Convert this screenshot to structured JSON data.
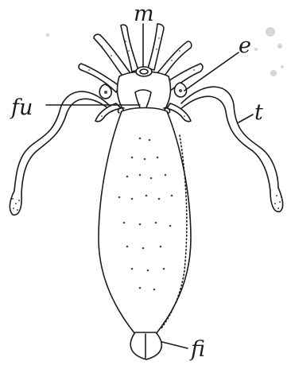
{
  "figure": {
    "labels": {
      "m": "m",
      "e": "e",
      "fu": "fu",
      "t": "t",
      "fi": "fi"
    },
    "colors": {
      "ink": "#1b1b1b",
      "paper": "#ffffff"
    }
  }
}
